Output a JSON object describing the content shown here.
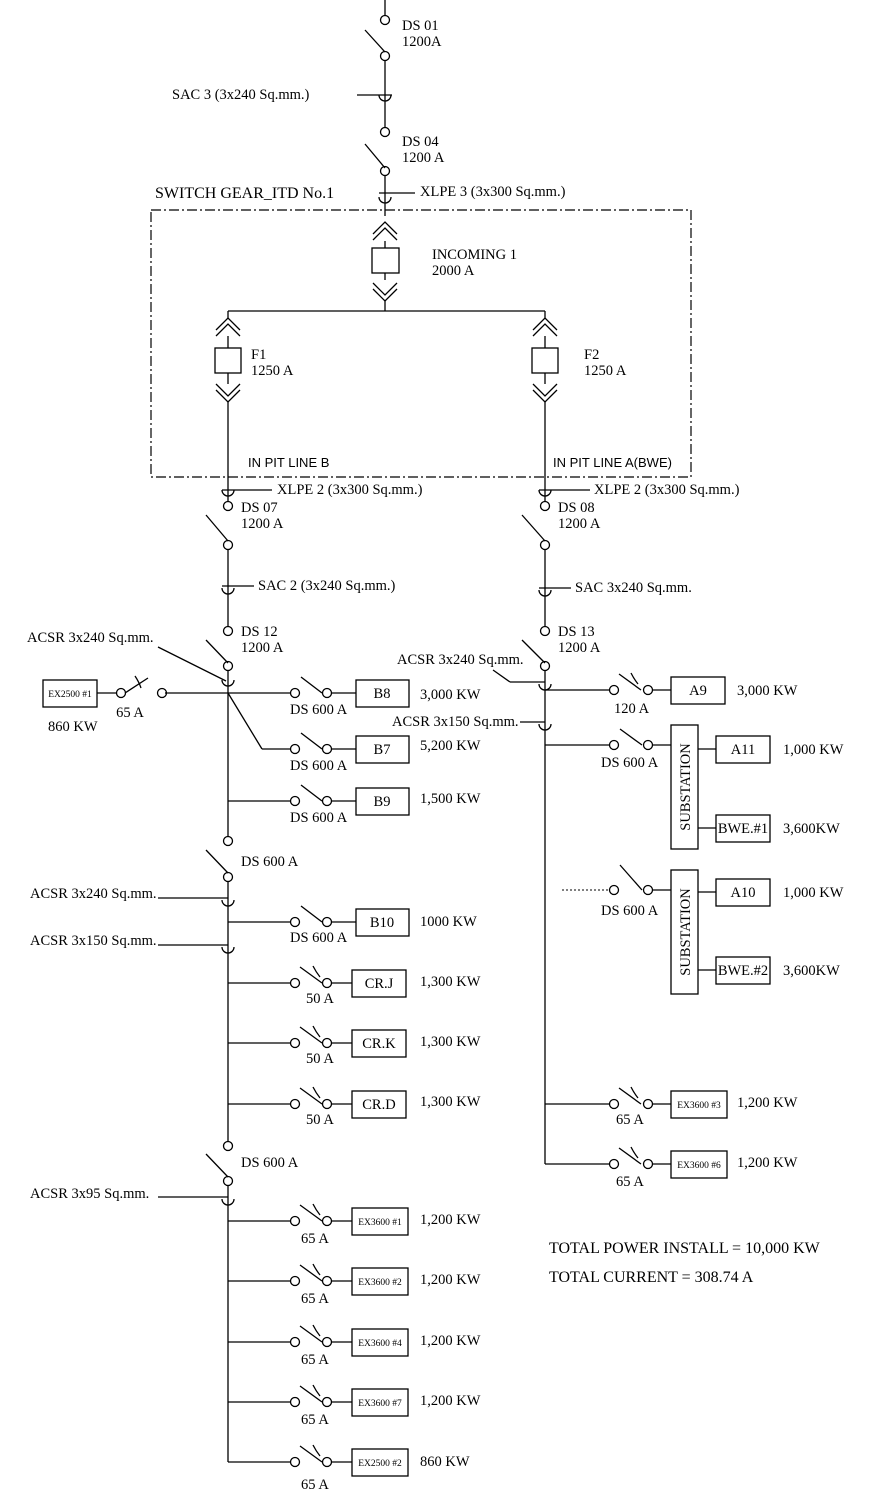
{
  "diagram": {
    "switchgear_title": "SWITCH GEAR_ITD No.1",
    "ds01": "DS 01",
    "ds01_rating": "1200A",
    "sac3": "SAC 3 (3x240 Sq.mm.)",
    "ds04": "DS 04",
    "ds04_rating": "1200 A",
    "xlpe3": "XLPE 3 (3x300 Sq.mm.)",
    "incoming1": "INCOMING 1",
    "incoming1_rating": "2000 A",
    "f1": "F1",
    "f1_rating": "1250 A",
    "f2": "F2",
    "f2_rating": "1250 A",
    "in_pit_b": "IN PIT LINE B",
    "in_pit_a": "IN PIT LINE A(BWE)",
    "xlpe2": "XLPE 2 (3x300 Sq.mm.)",
    "ds07": "DS 07",
    "ds07_rating": "1200 A",
    "ds08": "DS 08",
    "ds08_rating": "1200 A",
    "sac2_left": "SAC 2 (3x240 Sq.mm.)",
    "sac_right": "SAC 3x240 Sq.mm.",
    "ds12": "DS 12",
    "ds12_rating": "1200 A",
    "ds13": "DS 13",
    "ds13_rating": "1200 A",
    "acsr240": "ACSR 3x240 Sq.mm.",
    "acsr240_dot": "ACSR 3x240 Sq.mm.",
    "acsr150_dot": "ACSR 3x150 Sq.mm.",
    "acsr95": "ACSR 3x95 Sq.mm.",
    "ds600a": "DS 600 A",
    "a50": "50 A",
    "a65": "65 A",
    "a120": "120 A",
    "substation": "SUBSTATION",
    "total_power": "TOTAL POWER INSTALL = 10,000 KW",
    "total_current": "TOTAL CURRENT = 308.74 A"
  },
  "loads": {
    "ex2500_1": "EX2500 #1",
    "ex2500_1_kw": "860 KW",
    "b8": "B8",
    "b8_kw": "3,000 KW",
    "b7": "B7",
    "b7_kw": "5,200 KW",
    "b9": "B9",
    "b9_kw": "1,500 KW",
    "b10": "B10",
    "b10_kw": "1000 KW",
    "crj": "CR.J",
    "crj_kw": "1,300 KW",
    "crk": "CR.K",
    "crk_kw": "1,300 KW",
    "crd": "CR.D",
    "crd_kw": "1,300 KW",
    "ex3600_1": "EX3600 #1",
    "ex3600_1_kw": "1,200 KW",
    "ex3600_2": "EX3600 #2",
    "ex3600_2_kw": "1,200 KW",
    "ex3600_4": "EX3600 #4",
    "ex3600_4_kw": "1,200 KW",
    "ex3600_7": "EX3600 #7",
    "ex3600_7_kw": "1,200 KW",
    "ex2500_2": "EX2500 #2",
    "ex2500_2_kw": "860 KW",
    "a9": "A9",
    "a9_kw": "3,000 KW",
    "a11": "A11",
    "a11_kw": "1,000 KW",
    "bwe1": "BWE.#1",
    "bwe1_kw": "3,600KW",
    "a10": "A10",
    "a10_kw": "1,000 KW",
    "bwe2": "BWE.#2",
    "bwe2_kw": "3,600KW",
    "ex3600_3": "EX3600 #3",
    "ex3600_3_kw": "1,200 KW",
    "ex3600_6": "EX3600 #6",
    "ex3600_6_kw": "1,200 KW"
  }
}
